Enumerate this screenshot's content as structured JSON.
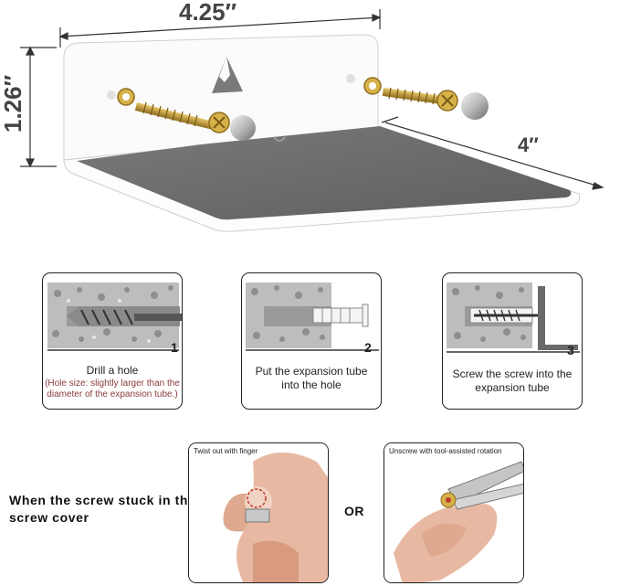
{
  "dimensions": {
    "width": "4.25″",
    "height": "1.26″",
    "depth": "4″"
  },
  "steps": [
    {
      "number": "1",
      "text": "Drill a hole",
      "note": "(Hole size: slightly larger than the diameter of the expansion tube.)"
    },
    {
      "number": "2",
      "text": "Put the expansion tube into the hole"
    },
    {
      "number": "3",
      "text": "Screw the screw into the expansion tube"
    }
  ],
  "removal": {
    "label": "When the screw stuck in the screw cover",
    "or": "OR",
    "options": [
      {
        "caption": "Twist out with finger"
      },
      {
        "caption": "Unscrew with tool-assisted rotation"
      }
    ]
  },
  "colors": {
    "pad": "#6f6f6f",
    "shelf": "#fbfbfb",
    "concrete": "#bdbdbd",
    "screw": "#c8a23c",
    "note": "#8a3b3b"
  }
}
